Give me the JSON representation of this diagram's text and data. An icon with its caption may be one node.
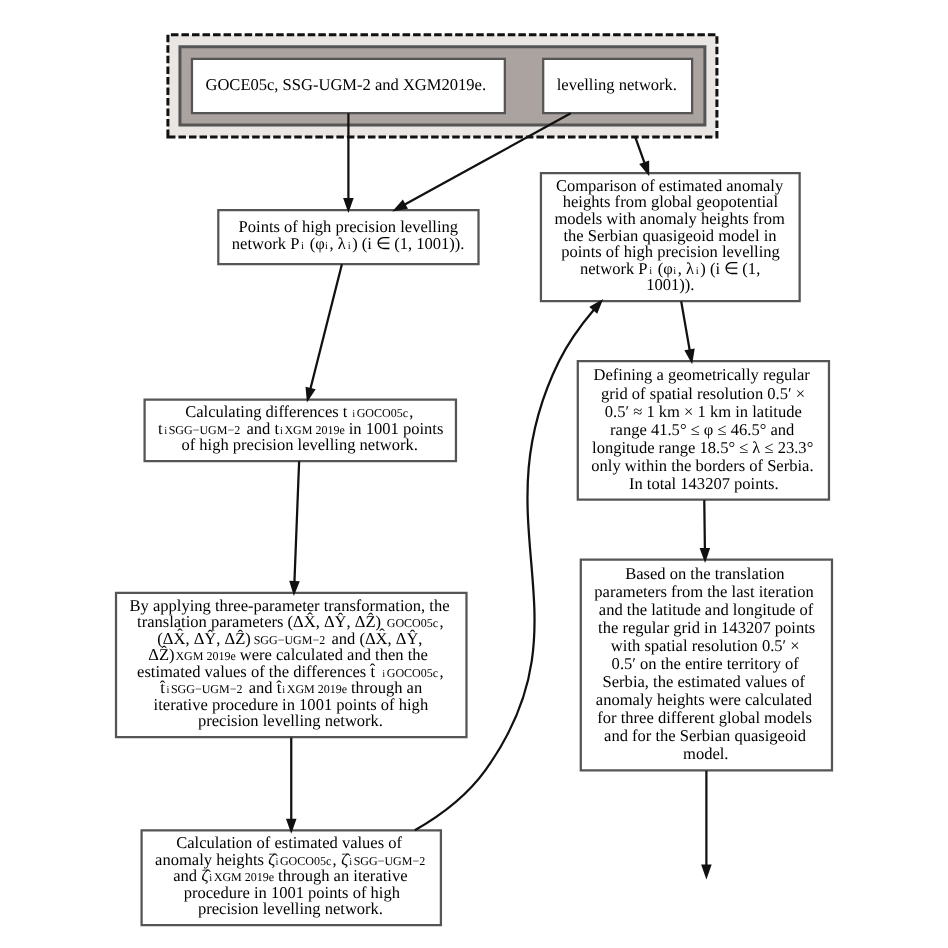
{
  "diagram": {
    "nodes": [
      {
        "text": [],
        "shape": "box"
      },
      {
        "text": [],
        "shape": "box",
        "in": 0
      },
      {
        "text": [
          "levelling network."
        ],
        "in": 1
      },
      {
        "text": [
          "GOCE05c, SSG-UGM-2 and XGM2019e."
        ],
        "in": 1
      },
      {
        "text": [
          "Points of high precision levelling network P$_{i}$ (φ$_{i}$, λ$_{i}$) (i ∈ (1, 1001))."
        ]
      },
      {
        "text": [
          "Calculating differences t$_{i}$$^{GOCO05c}$, t$_{i}$$^{SGG−UGM−2}$ and t$_{i}$$^{XGM 2019e}$ in 1001 points of high precision levelling network."
        ]
      },
      {
        "text": [
          "By applying three-parameter transformation, the translation parameters (ΔX̂, ΔŶ, ΔẐ)$^{GOCO05c}$, (ΔX̂, ΔŶ, ΔẐ)$^{SGG−UGM−2}$ and (ΔX̂, ΔŶ, ΔẐ)$^{XGM 2019e}$ were calculated and then the estimated values of the differences t̂$_{i}$$^{GOCO05c}$, t̂$_{i}$$^{SGG−UGM−2}$ and t̂$_{i}$$^{XGM 2019e}$ through an iterative procedure in 1001 points of high precision levelling network."
        ]
      },
      {
        "text": [
          "Calculation of estimated values of anomaly heights ζ̂$_{i}$$^{GOCO05c}$, ζ̂$_{i}$$^{SGG−UGM−2}$ and ζ̂$_{i}$$^{XGM 2019e}$ through an iterative procedure in 1001 points of high precision levelling network."
        ]
      },
      {
        "text": [
          "Comparison of estimated anomaly heights from global geopotential models with anomaly heights from the Serbian quasigeoid model in points of high precision levelling network P$_{i}$ (φ$_{i}$, λ$_{i}$) (i ∈ (1, 1001))."
        ]
      },
      {
        "text": [
          "Defining a geometrically regular grid of spatial resolution 0.5′ × 0.5′ ≈ 1 km × 1 km in latitude range 41.5° ≤ φ ≤ 46.5° and longitude range 18.5° ≤ λ ≤ 23.3° only within the borders of Serbia. In total 143207 points."
        ]
      },
      {
        "text": [
          "Based on the translation parameters from the last iteration and the latitude and longitude of the regular grid in 143207 points with spatial resolution 0.5′ × 0.5′ on the entire territory of Serbia, the estimated values of anomaly heights were calculated for three different global models and for the Serbian quasigeoid model."
        ]
      }
    ],
    "edges": [
      {
        "from": 2,
        "to": 4,
        "arrow": "to"
      },
      {
        "from": 3,
        "to": 4,
        "arrow": "to"
      },
      {
        "from": 0,
        "to": 8,
        "arrow": "to"
      },
      {
        "from": 4,
        "to": 5,
        "arrow": "to"
      },
      {
        "from": 5,
        "to": 6,
        "arrow": "to"
      },
      {
        "from": 6,
        "to": 7,
        "arrow": "to"
      },
      {
        "from": 7,
        "to": 8,
        "arrow": "to"
      },
      {
        "from": 8,
        "to": 9,
        "arrow": "to"
      },
      {
        "from": 9,
        "to": 10,
        "arrow": "to"
      },
      {
        "from": 10,
        "to": null,
        "arrow": "to"
      }
    ]
  }
}
